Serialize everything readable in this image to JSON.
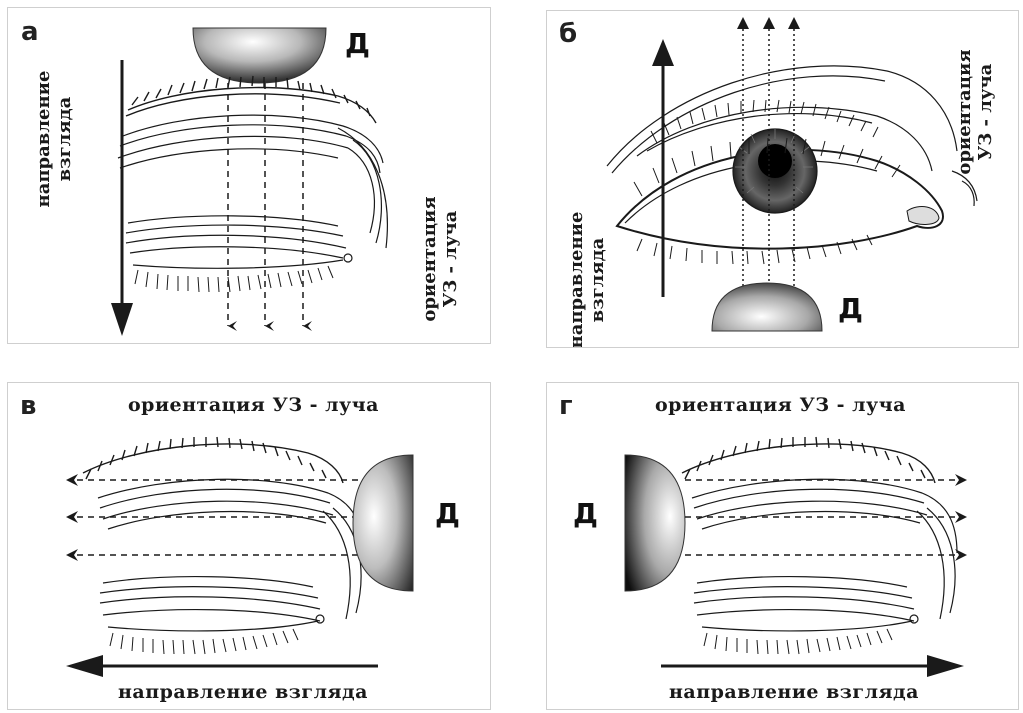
{
  "panels": {
    "a": {
      "letter": "а",
      "sensor": "Д",
      "gaze_line1": "направление",
      "gaze_line2": "взгляда",
      "beam_line1": "ориентация",
      "beam_line2": "УЗ - луча"
    },
    "b": {
      "letter": "б",
      "sensor": "Д",
      "gaze_line1": "направление",
      "gaze_line2": "взгляда",
      "beam_line1": "ориентация",
      "beam_line2": "УЗ - луча"
    },
    "c": {
      "letter": "в",
      "sensor": "Д",
      "beam": "ориентация УЗ - луча",
      "gaze": "направление взгляда"
    },
    "d": {
      "letter": "г",
      "sensor": "Д",
      "beam": "ориентация УЗ - луча",
      "gaze": "направление взгляда"
    }
  },
  "colors": {
    "ink": "#1a1a1a",
    "panel_border": "#cfcfcf",
    "sensor_light": "#f4f4f4",
    "sensor_dark": "#1c1c1c"
  },
  "icons": [
    "ultrasound-probe-icon",
    "closed-eye-illustration",
    "open-eye-illustration"
  ]
}
